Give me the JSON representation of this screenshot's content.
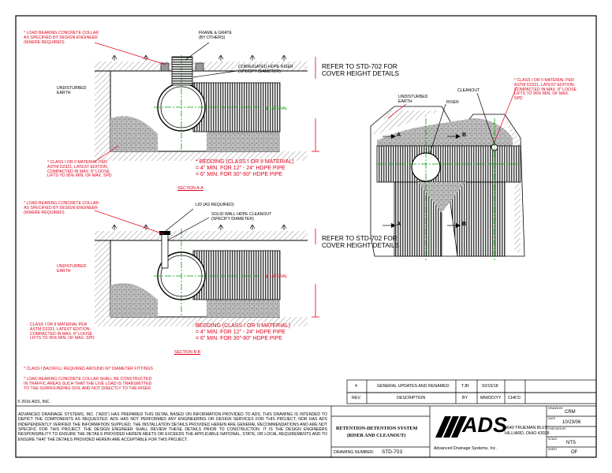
{
  "section_aa": {
    "note_collar": "* LOAD BEARING CONCRETE COLLAR\nAS SPECIFIED BY DESIGN ENGINEER\n(WHERE REQUIRED)",
    "note_frame": "FRAME & GRATE\n(BY OTHERS)",
    "note_riser": "CORRUGATED HDPE RISER\n(SPECIFY DIAMETER)",
    "refer": "REFER TO STD-702 FOR\nCOVER HEIGHT DETAILS",
    "undisturbed": "UNDISTURBED\nEARTH",
    "lateral": "℄ LATERAL",
    "class_note": "* CLASS I OR II MATERIAL PER\nASTM D2321, LATEST EDITION,\nCOMPACTED IN MAX. 8\" LOOSE\nLIFTS TO 95% MIN. OF MAX. SPD",
    "bedding": "* BEDDING (CLASS I OR II MATERIAL)\n= 4\" MIN. FOR 12\" - 24\" HDPE PIPE\n= 6\" MIN. FOR 30\"-60\" HDPE PIPE",
    "title": "SECTION A-A"
  },
  "section_bb": {
    "note_collar": "* LOAD BEARING CONCRETE COLLAR\nAS SPECIFIED BY DESIGN ENGINEER\n(WHERE REQUIRED)",
    "note_lid": "LID (AS REQUIRED)",
    "note_cleanout": "SOLID WALL HDPE CLEANOUT\n(SPECIFY DIAMETER)",
    "refer": "REFER TO STD-702 FOR\nCOVER HEIGHT DETAILS",
    "undisturbed": "UNDISTURBED\nEARTH",
    "lateral": "℄ LATERAL",
    "class_note": "CLASS I OR II MATERIAL PER\nASTM D2321, LATEST EDITION,\nCOMPACTED IN MAX. 8\" LOOSE\nLIFTS TO 95% MIN. OF MAX. SPD",
    "bedding": "BEDDING (CLASS I OR II MATERIAL)\n= 4\" MIN. FOR 12\" - 24\" HDPE PIPE\n= 6\" MIN. FOR 30\"-60\" HDPE PIPE",
    "title": "SECTION B-B"
  },
  "plan": {
    "class_note": "* CLASS I OR II MATERIAL PER\nASTM D2321, LATEST EDITION,\nCOMPACTED IN MAX. 8\" LOOSE\nLIFTS TO 95% MIN. OF MAX.\nSPD",
    "cleanout": "CLEANOUT",
    "riser": "RISER",
    "undisturbed": "UNDISTURBED\nEARTH",
    "mark_a": "A",
    "mark_b": "B"
  },
  "footnotes": {
    "n1": "* CLASS I BACKFILL REQUIRED AROUND 60\" DIAMETER FITTINGS",
    "n2": "* LOAD BEARING CONCRETE COLLAR SHALL BE CONSTRUCTED\nIN TRAFFIC AREAS SUCH THAT THE LIVE LOAD IS TRANSMITTED\nTO THE SURROUNDING SOIL AND NOT DIRECTLY TO THE RISER."
  },
  "copyright": "© 2016 ADS, INC.",
  "disclaimer": "ADVANCED DRAINAGE SYSTEMS, INC. (\"ADS\") HAS PREPARED THIS DETAIL BASED ON INFORMATION PROVIDED TO ADS. THIS DRAWING IS INTENDED TO DEPICT THE COMPONENTS AS REQUESTED. ADS HAS NOT PERFORMED ANY ENGINEERING OR DESIGN SERVICES FOR THIS PROJECT, NOR HAS ADS INDEPENDENTLY VERIFIED THE INFORMATION SUPPLIED. THE INSTALLATION DETAILS PROVIDED HEREIN ARE GENERAL RECOMMENDATIONS AND ARE NOT SPECIFIC FOR THIS PROJECT. THE DESIGN ENGINEER SHALL REVIEW THESE DETAILS PRIOR TO CONSTRUCTION. IT IS THE DESIGN ENGINEERS RESPONSIBILITY TO ENSURE THE DETAILS PROVIDED HEREIN MEETS OR EXCEEDS THE APPLICABLE NATIONAL, STATE, OR LOCAL REQUIREMENTS AND TO ENSURE THAT THE DETAILS PROVIDED HEREIN ARE ACCEPTABLE FOR THIS PROJECT.",
  "revision": {
    "rev": "4",
    "description": "GENERAL UPDATES AND RENAMED",
    "by": "TJR",
    "date": "02/19/18",
    "h_rev": "REV.",
    "h_desc": "DESCRIPTION",
    "h_by": "BY",
    "h_date": "MM/DD/YY",
    "h_chkd": "CHK'D"
  },
  "title_block": {
    "title_line1": "RETENTION-DETENTION SYSTEM",
    "title_line2": "(RISER AND CLEANOUT)",
    "drawing_number_label": "DRAWING NUMBER:",
    "drawing_number": "STD-703",
    "logo_text": "ADS",
    "company": "Advanced Drainage Systems, Inc.",
    "address1": "4640 TRUEMAN BLVD.",
    "address2": "HILLIARD, OHIO 43026",
    "drawn_by_label": "DRAWN BY",
    "drawn_by": "CRM",
    "date_label": "DATE",
    "date": "10/23/06",
    "checked_label": "CHECKED BY",
    "checked": "",
    "scale_label": "SCALE",
    "scale": "NTS",
    "sheet_label": "SHEET",
    "sheet": "OF"
  },
  "colors": {
    "note_red": "#e0001b",
    "centerline_green": "#00a000",
    "line": "#000000",
    "hatch_grey": "#888888"
  }
}
